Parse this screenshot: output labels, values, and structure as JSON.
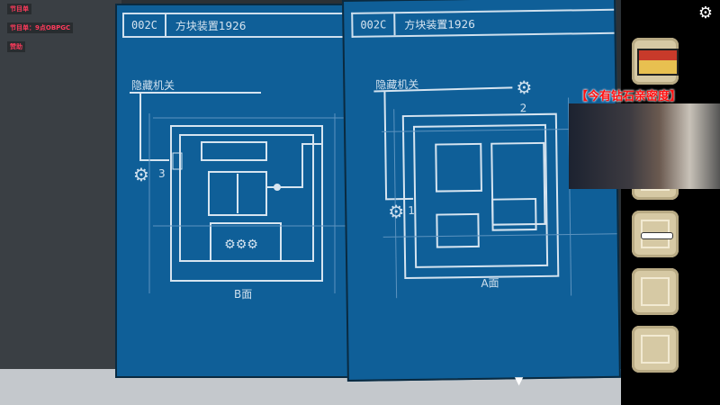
{
  "overlay": {
    "lines": [
      "节目单",
      "节目单：9点OBPGC",
      "赞助"
    ]
  },
  "blueprint_b": {
    "code": "002C",
    "title": "方块装置1926",
    "label": "隐藏机关",
    "side": "B面",
    "number": "3"
  },
  "blueprint_a": {
    "code": "002C",
    "title": "方块装置1926",
    "label": "隐藏机关",
    "side": "A面",
    "number_top": "2",
    "number_left": "1"
  },
  "stream_banner": "【今有钻石亲密度】",
  "inventory": {
    "slots": [
      "matchbox",
      "empty",
      "stick",
      "empty",
      "empty"
    ]
  },
  "icons": {
    "settings": "gear-icon",
    "nav": "down-arrow-icon"
  }
}
